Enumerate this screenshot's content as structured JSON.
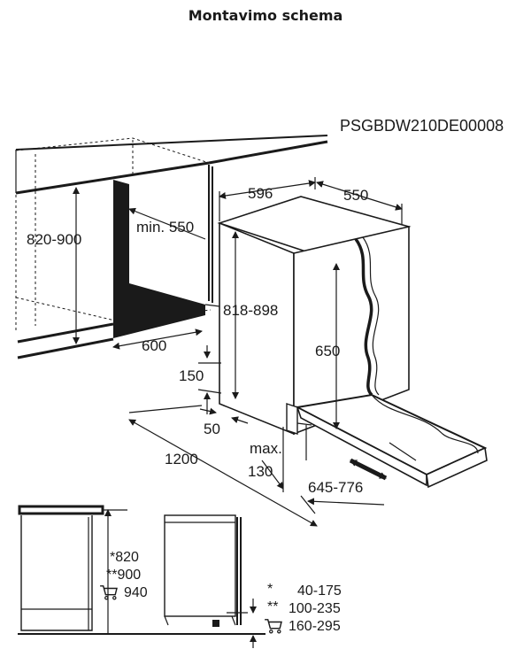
{
  "title": "Montavimo schema",
  "diagram": {
    "code": "PSGBDW210DE00008",
    "dims": {
      "w596": "596",
      "w550": "550",
      "min550": "min. 550",
      "h820_900": "820-900",
      "h818_898": "818-898",
      "d600": "600",
      "h650": "650",
      "h150": "150",
      "d50": "50",
      "d1200": "1200",
      "max_label": "max.",
      "max_value": "130",
      "d645_776": "645-776"
    },
    "side_view": {
      "h820": "*820",
      "h900": "**900",
      "h940": "940"
    },
    "plinth_table": {
      "rows": [
        {
          "mark": "*",
          "value": "40-175"
        },
        {
          "mark": "**",
          "value": "100-235"
        },
        {
          "mark": "",
          "value": "160-295"
        }
      ]
    },
    "icons": [
      "cart-icon",
      "arrow-icon"
    ]
  }
}
